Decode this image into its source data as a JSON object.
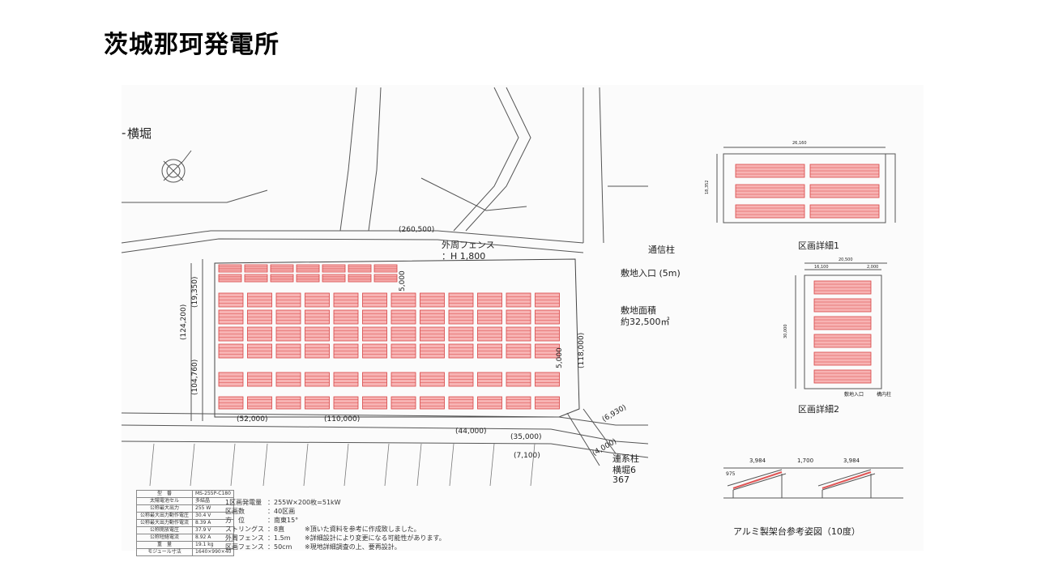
{
  "page": {
    "title": "茨城那珂発電所"
  },
  "map": {
    "area_label": "横堀",
    "fence_label": "外周フェンス",
    "fence_height": "：H 1,800",
    "telecom_pole": "通信柱",
    "entrance": "敷地入口 (5m)",
    "site_area_label": "敷地面積",
    "site_area_value": "約32,500㎡",
    "grid_pole": "連系柱",
    "grid_pole_loc": "横堀6",
    "grid_pole_num": "367",
    "dims": {
      "top": "(260,500)",
      "left_outer": "(124,200)",
      "left_inner": "(104,760)",
      "left_top": "(19,350)",
      "right": "(118,000)",
      "bottom_a": "(52,000)",
      "bottom_b": "(110,000)",
      "bottom_c": "(44,000)",
      "bottom_d": "(35,000)",
      "bottom_e": "(7,100)",
      "diag_a": "(6,930)",
      "diag_b": "(4,000)",
      "gap_top": "5,000",
      "gap_right": "5,000"
    }
  },
  "detail1": {
    "label": "区画詳細1",
    "width": "26,160",
    "height": "18,352"
  },
  "detail2": {
    "label": "区画詳細2",
    "width": "20,500",
    "inner": "16,100",
    "gap": "2,000",
    "height": "30,000",
    "entrance": "敷地入口",
    "pole": "構内柱"
  },
  "mount": {
    "label": "アルミ製架台参考姿図（10度）",
    "w1": "3,984",
    "gap": "1,700",
    "w2": "3,984",
    "left_off": "975"
  },
  "spec_table": [
    [
      "型　番",
      "MS-255P-C180"
    ],
    [
      "太陽電池セル",
      "多結晶"
    ],
    [
      "公称最大出力",
      "255 W"
    ],
    [
      "公称最大出力動作電圧",
      "30.4 V"
    ],
    [
      "公称最大出力動作電流",
      "8.39 A"
    ],
    [
      "公称開放電圧",
      "37.9 V"
    ],
    [
      "公称短絡電流",
      "8.92 A"
    ],
    [
      "重　量",
      "19.1 kg"
    ],
    [
      "モジュール寸法",
      "1640×990×40"
    ]
  ],
  "summary": [
    [
      "1区画発電量",
      "：255W×200枚=51kW"
    ],
    [
      "区画数",
      "：40区画"
    ],
    [
      "方　位",
      "：南東15°"
    ],
    [
      "ストリングス",
      "：8直"
    ],
    [
      "外周フェンス",
      "：1.5m"
    ],
    [
      "区画フェンス",
      "：50cm"
    ]
  ],
  "notes": [
    "※頂いた資料を参考に作成致しました。",
    "※詳細設計により変更になる可能性があります。",
    "※現地詳細調査の上、要再設計。"
  ]
}
